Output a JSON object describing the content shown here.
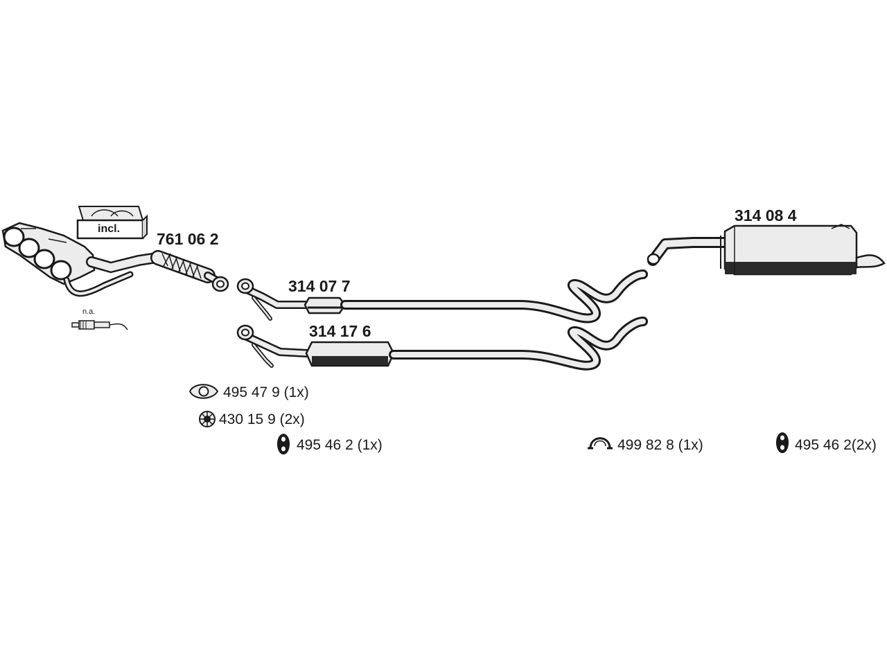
{
  "parts": {
    "manifold": "761 06 2",
    "front_pipe_a": "314 07 7",
    "front_pipe_b": "314 17 6",
    "rear_silencer": "314 08 4"
  },
  "notes": {
    "incl": "incl.",
    "na": "n.a."
  },
  "accessories": [
    {
      "part": "495 47 9 (1x)",
      "icon": "gasket-icon"
    },
    {
      "part": "430 15 9 (2x)",
      "icon": "spring-bolt-icon"
    },
    {
      "part": "495 46 2  (1x)",
      "icon": "rubber-mount-icon"
    },
    {
      "part": "499 82 8  (1x)",
      "icon": "clamp-icon"
    },
    {
      "part": "495 46 2(2x)",
      "icon": "rubber-mount-icon"
    }
  ],
  "colors": {
    "line": "#1a1a1a",
    "fill": "#ececec",
    "shade": "#2a2a2a"
  }
}
